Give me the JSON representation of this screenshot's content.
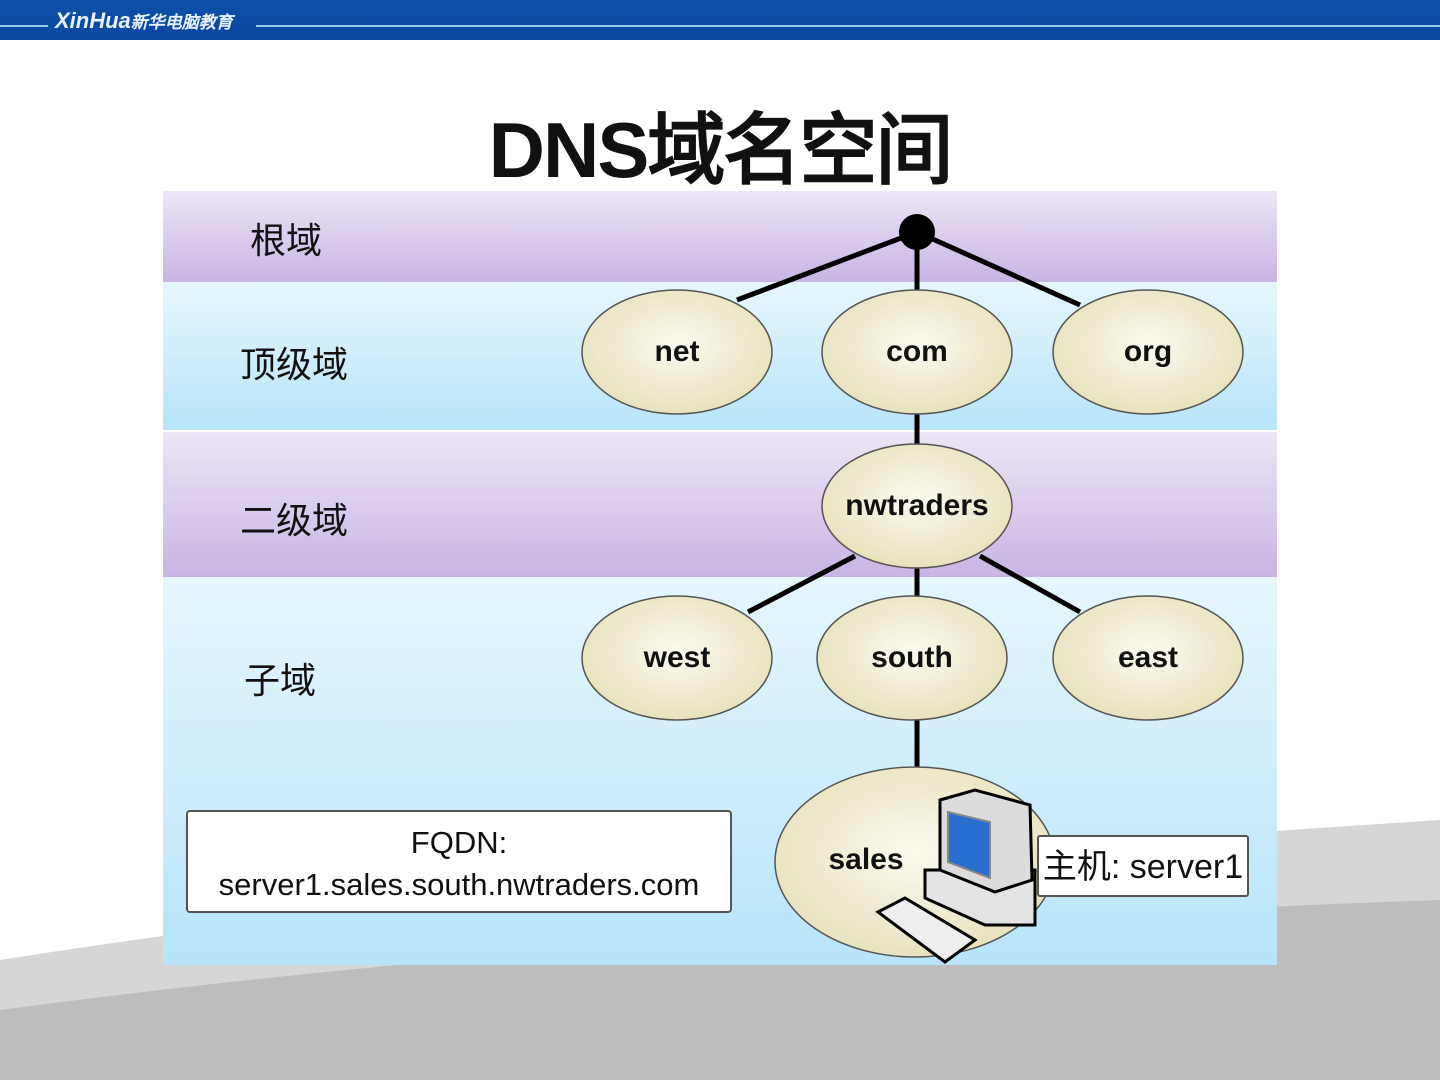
{
  "header": {
    "brand_latin": "XinHua",
    "brand_cn": "新华电脑教育"
  },
  "title": "DNS域名空间",
  "levels": {
    "root": "根域",
    "tld": "顶级域",
    "sld": "二级域",
    "sub": "子域"
  },
  "nodes": {
    "net": "net",
    "com": "com",
    "org": "org",
    "nwtraders": "nwtraders",
    "west": "west",
    "south": "south",
    "east": "east",
    "sales": "sales"
  },
  "fqdn": {
    "label": "FQDN:",
    "value": "server1.sales.south.nwtraders.com"
  },
  "host": "主机: server1",
  "colors": {
    "header": "#0a47a0",
    "node_fill": "#ece8c8",
    "purple_band": "#c8b5e4",
    "blue_band": "#b8e4fa"
  }
}
